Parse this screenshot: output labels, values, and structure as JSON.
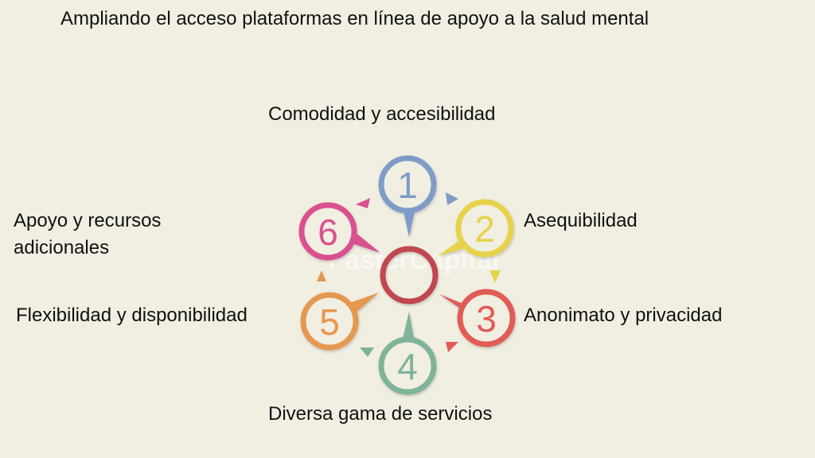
{
  "title": "Ampliando el acceso plataformas en línea de apoyo a la salud mental",
  "watermark": "FasterCapital",
  "colors": {
    "background": "#f1eee2",
    "center": "#c0474f",
    "step1": "#7f9cc8",
    "step2": "#e6d34a",
    "step3": "#e05b55",
    "step4": "#7fb39a",
    "step5": "#e5984f",
    "step6": "#d9518f"
  },
  "steps": [
    {
      "number": "1",
      "label": "Comodidad y accesibilidad",
      "color": "#7f9cc8"
    },
    {
      "number": "2",
      "label": "Asequibilidad",
      "color": "#e6d34a"
    },
    {
      "number": "3",
      "label": "Anonimato y privacidad",
      "color": "#e05b55"
    },
    {
      "number": "4",
      "label": "Diversa gama de servicios",
      "color": "#7fb39a"
    },
    {
      "number": "5",
      "label": "Flexibilidad y disponibilidad",
      "color": "#e5984f"
    },
    {
      "number": "6",
      "label_line1": "Apoyo y recursos",
      "label_line2": "adicionales",
      "color": "#d9518f"
    }
  ]
}
